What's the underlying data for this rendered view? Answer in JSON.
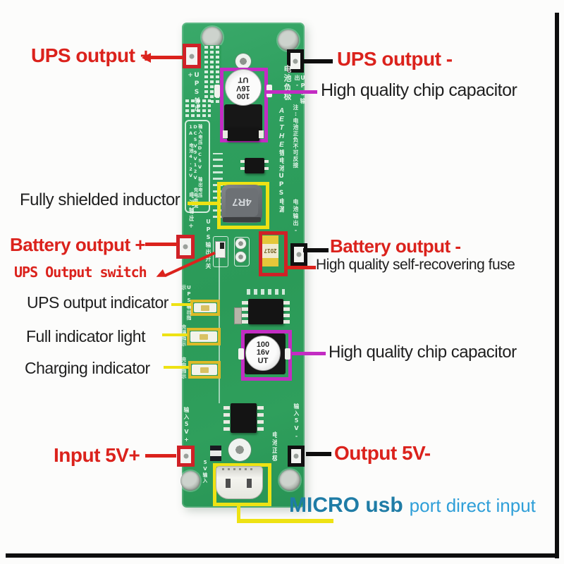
{
  "colors": {
    "annotation_red": "#db221c",
    "annotation_black": "#1f1f1f",
    "highlight_magenta": "#c32cc3",
    "highlight_yellow": "#eee214",
    "highlight_gold": "#dcba28",
    "caption_blue_bold": "#1f7ca6",
    "caption_blue_light": "#2f9fd8",
    "board_green": "#2e9f5e"
  },
  "labels": {
    "ups_output_plus": "UPS output +",
    "ups_output_minus": "UPS output -",
    "chip_capacitor_top": "High quality chip capacitor",
    "shielded_inductor": "Fully shielded inductor",
    "battery_output_plus": "Battery output +",
    "ups_output_switch": "UPS Output switch",
    "battery_output_minus": "Battery output -",
    "self_recovering_fuse": "High quality self-recovering fuse",
    "ups_output_indicator": "UPS output indicator",
    "full_indicator_light": "Full indicator light",
    "charging_indicator": "Charging indicator",
    "chip_capacitor_bottom": "High quality chip capacitor",
    "input_5v_plus": "Input 5V+",
    "output_5v_minus": "Output 5V-",
    "micro_usb": "MICRO usb",
    "micro_usb_rest": "port direct input"
  },
  "board": {
    "brand": "AETHER",
    "silkscreen": {
      "battery_neg": "电池负极",
      "ups_out_plus": "UPS输出+",
      "ups_out_minus": "UPS输出-",
      "product_name": "锂电池UPS电源",
      "warning": "注:电池正负不可反接",
      "specs": "输入电压DC5V 输出电压DC5V9V12V 充电电流1A 电池4.2V",
      "battery_out_plus": "电池输出+",
      "battery_out_minus": "电池输出-",
      "switch_label": "UPS输出开关",
      "led1": "UPS输出指示",
      "led2": "充满指示",
      "led3": "充电指示",
      "input5v_plus": "输入5V+",
      "input5v_minus": "输入5V-",
      "battery_pos": "电池正极",
      "usb_label": "5V输入"
    },
    "markings": {
      "cap_top": [
        "100",
        "16V",
        "UT"
      ],
      "cap_bottom": [
        "100",
        "16v",
        "UT"
      ],
      "inductor": "4R7",
      "fuse": "2017"
    }
  }
}
